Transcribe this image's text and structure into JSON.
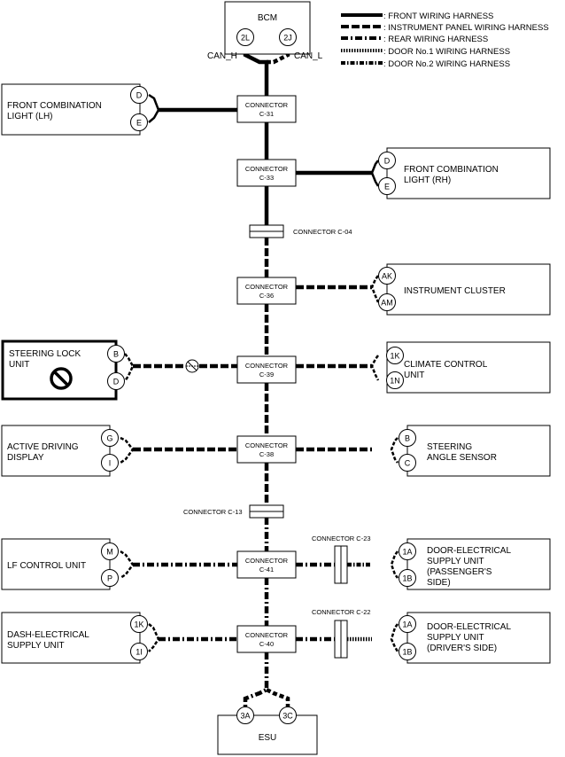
{
  "legend": [
    {
      "style": "front",
      "label": ": FRONT WIRING HARNESS"
    },
    {
      "style": "instrument",
      "label": ": INSTRUMENT PANEL WIRING HARNESS"
    },
    {
      "style": "rear",
      "label": ": REAR WIRING HARNESS"
    },
    {
      "style": "door1",
      "label": ": DOOR No.1 WIRING HARNESS"
    },
    {
      "style": "door2",
      "label": ": DOOR No.2 WIRING HARNESS"
    }
  ],
  "bcm": {
    "name": "BCM",
    "pin_h": "2L",
    "pin_l": "2J",
    "can_h": "CAN_H",
    "can_l": "CAN_L"
  },
  "connectors": {
    "c31": {
      "line1": "CONNECTOR",
      "line2": "C-31"
    },
    "c33": {
      "line1": "CONNECTOR",
      "line2": "C-33"
    },
    "c36": {
      "line1": "CONNECTOR",
      "line2": "C-36"
    },
    "c39": {
      "line1": "CONNECTOR",
      "line2": "C-39"
    },
    "c38": {
      "line1": "CONNECTOR",
      "line2": "C-38"
    },
    "c41": {
      "line1": "CONNECTOR",
      "line2": "C-41"
    },
    "c40": {
      "line1": "CONNECTOR",
      "line2": "C-40"
    }
  },
  "inline_connectors": {
    "c04": "CONNECTOR C-04",
    "c13": "CONNECTOR C-13",
    "c23": "CONNECTOR C-23",
    "c22": "CONNECTOR C-22"
  },
  "modules": {
    "front_comb_lh": {
      "lines": [
        "FRONT COMBINATION",
        "LIGHT (LH)"
      ],
      "pin1": "D",
      "pin2": "E"
    },
    "front_comb_rh": {
      "lines": [
        "FRONT COMBINATION",
        "LIGHT (RH)"
      ],
      "pin1": "D",
      "pin2": "E"
    },
    "instrument_cluster": {
      "lines": [
        "INSTRUMENT CLUSTER"
      ],
      "pin1": "AK",
      "pin2": "AM"
    },
    "steering_lock": {
      "lines": [
        "STEERING LOCK",
        "UNIT"
      ],
      "pin1": "B",
      "pin2": "D"
    },
    "climate_control": {
      "lines": [
        "CLIMATE CONTROL",
        "UNIT"
      ],
      "pin1": "1K",
      "pin2": "1N"
    },
    "active_driving": {
      "lines": [
        "ACTIVE DRIVING",
        "DISPLAY"
      ],
      "pin1": "G",
      "pin2": "I"
    },
    "steering_angle": {
      "lines": [
        "STEERING",
        "ANGLE SENSOR"
      ],
      "pin1": "B",
      "pin2": "C"
    },
    "lf_control": {
      "lines": [
        "LF CONTROL UNIT"
      ],
      "pin1": "M",
      "pin2": "P"
    },
    "door_pass": {
      "lines": [
        "DOOR-ELECTRICAL",
        "SUPPLY UNIT",
        "(PASSENGER'S",
        "SIDE)"
      ],
      "pin1": "1A",
      "pin2": "1B"
    },
    "dash_supply": {
      "lines": [
        "DASH-ELECTRICAL",
        "SUPPLY UNIT"
      ],
      "pin1": "1K",
      "pin2": "1I"
    },
    "door_driver": {
      "lines": [
        "DOOR-ELECTRICAL",
        "SUPPLY UNIT",
        "(DRIVER'S SIDE)"
      ],
      "pin1": "1A",
      "pin2": "1B"
    }
  },
  "esu": {
    "name": "ESU",
    "pin1": "3A",
    "pin2": "3C"
  }
}
